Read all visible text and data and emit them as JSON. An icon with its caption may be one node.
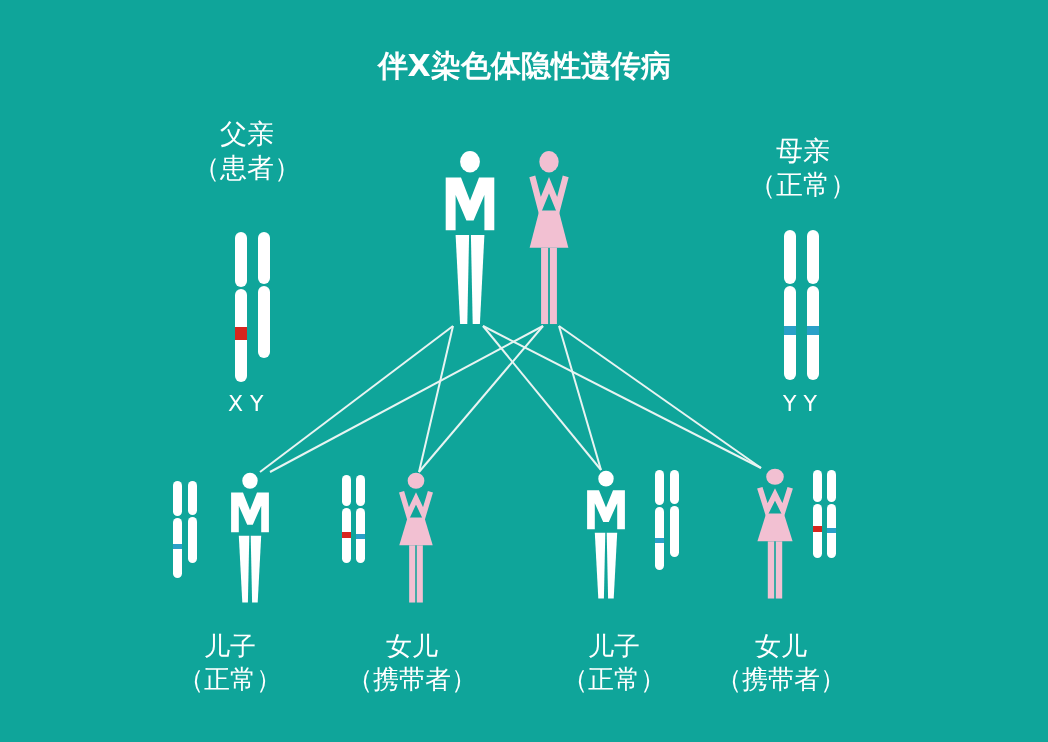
{
  "diagram": {
    "title": "伴X染色体隐性遗传病",
    "nodes": [
      {
        "text": [],
        "shape": "person"
      },
      {
        "text": [],
        "shape": "person"
      },
      {
        "text": [],
        "shape": "person",
        "beside": [
          "儿子（正常）"
        ]
      },
      {
        "text": [],
        "shape": "person",
        "beside": [
          "女儿（携带者）"
        ]
      },
      {
        "text": [],
        "shape": "person",
        "beside": [
          "儿子（正常）"
        ]
      },
      {
        "text": [],
        "shape": "person",
        "beside": [
          "女儿（携带者）"
        ]
      }
    ],
    "edges": [
      {
        "from": 0,
        "to": 2,
        "arrow": "none"
      },
      {
        "from": 0,
        "to": 3,
        "arrow": "none"
      },
      {
        "from": 0,
        "to": 4,
        "arrow": "none"
      },
      {
        "from": 0,
        "to": 5,
        "arrow": "none"
      },
      {
        "from": 1,
        "to": 2,
        "arrow": "none"
      },
      {
        "from": 1,
        "to": 3,
        "arrow": "none"
      },
      {
        "from": 1,
        "to": 4,
        "arrow": "none"
      },
      {
        "from": 1,
        "to": 5,
        "arrow": "none"
      }
    ],
    "labels": [
      "父亲（患者）",
      "母亲（正常）",
      "X Y",
      "Y Y"
    ]
  }
}
